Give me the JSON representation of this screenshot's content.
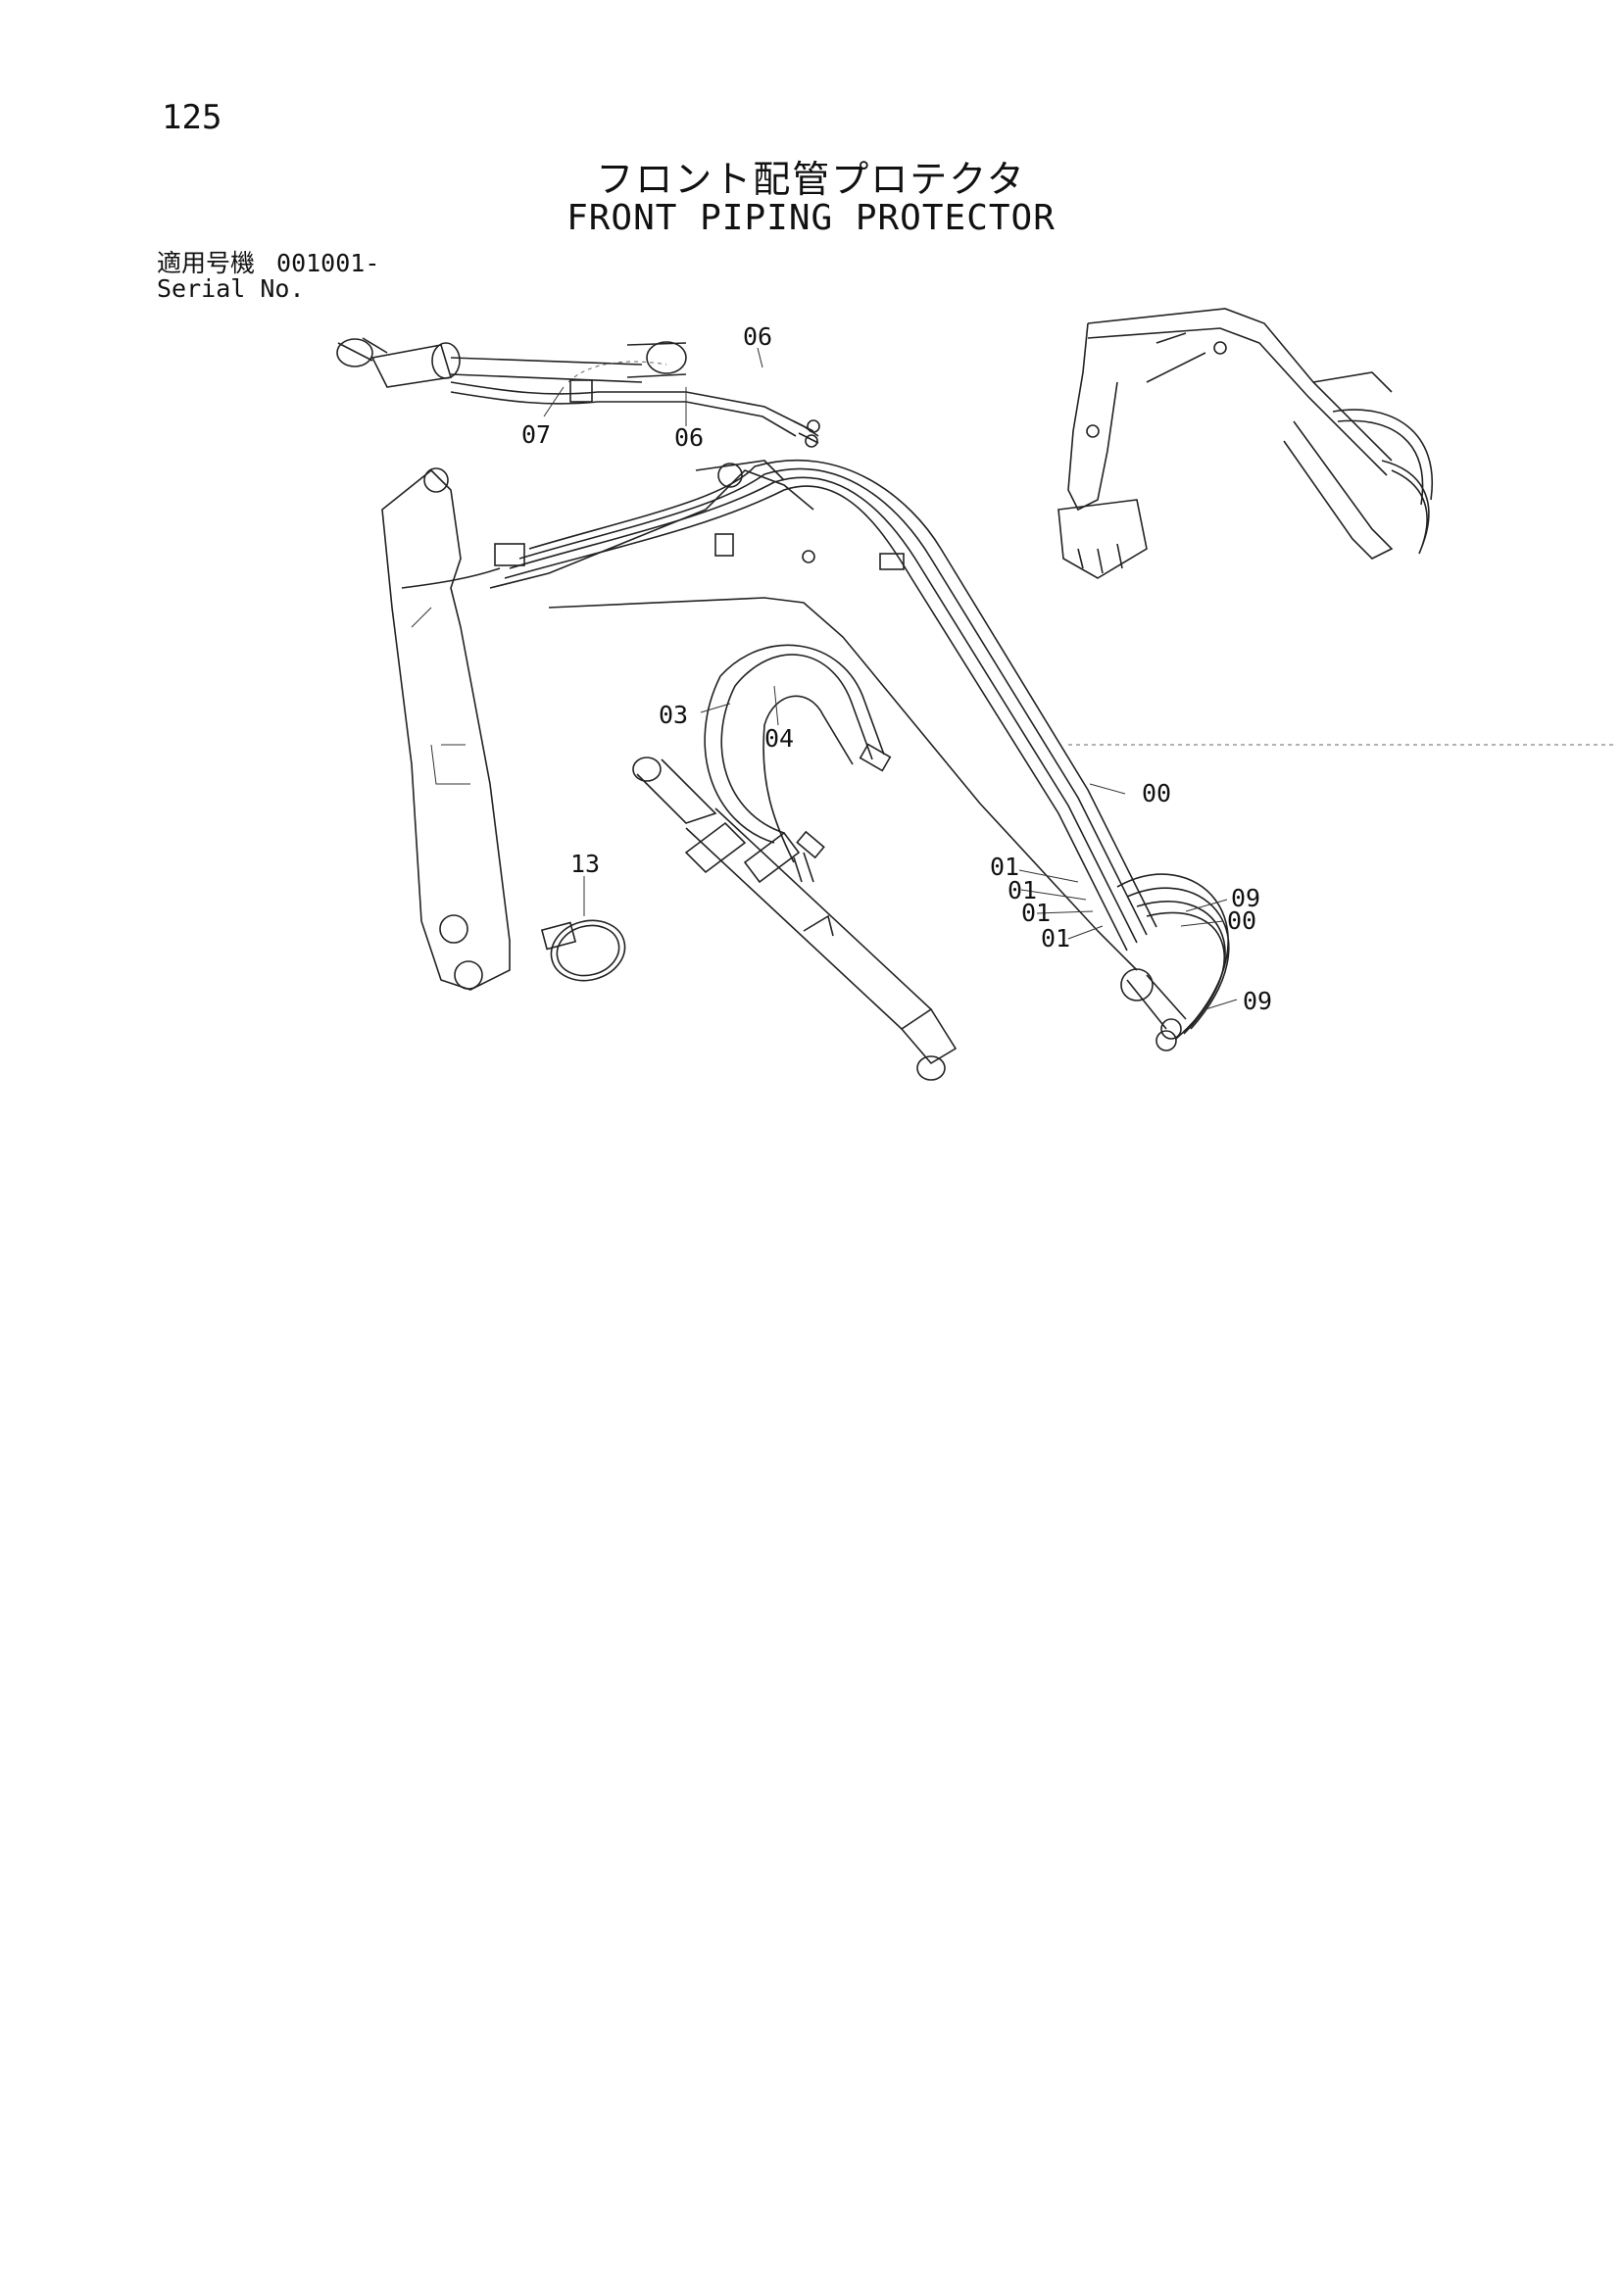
{
  "page": {
    "number": "125"
  },
  "title": {
    "japanese": "フロント配管プロテクタ",
    "english": "FRONT PIPING PROTECTOR"
  },
  "serial": {
    "label_jp": "適用号機",
    "label_en": "Serial No.",
    "value": "001001-"
  },
  "callouts": {
    "c06a": "06",
    "c07": "07",
    "c06b": "06",
    "c03": "03",
    "c04": "04",
    "c13": "13",
    "c00a": "00",
    "c01a": "01",
    "c01b": "01",
    "c01c": "01",
    "c01d": "01",
    "c09a": "09",
    "c00b": "00",
    "c09b": "09"
  }
}
